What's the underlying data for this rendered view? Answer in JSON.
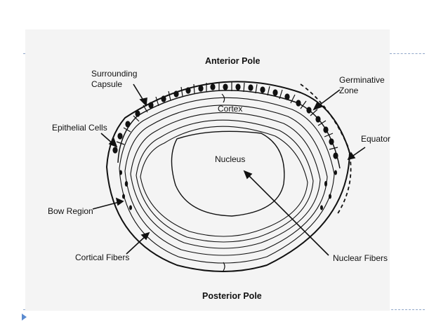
{
  "labels": {
    "anterior_pole": "Anterior Pole",
    "posterior_pole": "Posterior Pole",
    "surrounding_capsule_1": "Surrounding",
    "surrounding_capsule_2": "Capsule",
    "germinative_zone_1": "Germinative",
    "germinative_zone_2": "Zone",
    "cortex": "Cortex",
    "epithelial_cells": "Epithelial Cells",
    "equator": "Equator",
    "nucleus": "Nucleus",
    "bow_region": "Bow Region",
    "cortical_fibers": "Cortical Fibers",
    "nuclear_fibers": "Nuclear Fibers"
  },
  "colors": {
    "line": "#111111",
    "panel": "#f4f4f4",
    "slide_rule": "#8fa6c8",
    "bullet": "#5b8bd0"
  }
}
